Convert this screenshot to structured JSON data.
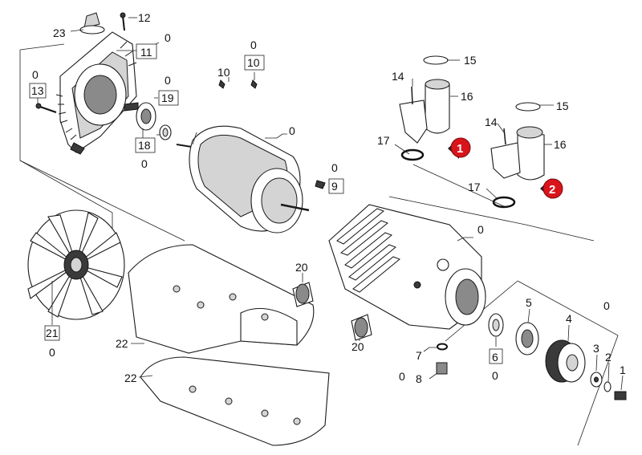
{
  "callouts": {
    "c23": "23",
    "c12": "12",
    "c0_top": "0",
    "c11": "11",
    "c0_13": "0",
    "c13": "13",
    "c0_19": "0",
    "c19": "19",
    "c18": "18",
    "c0_18": "0",
    "c0_10": "0",
    "c10": "10",
    "c10b": "10",
    "c0_motor": "0",
    "c0_9": "0",
    "c9": "9",
    "c14a": "14",
    "c15a": "15",
    "c16a": "16",
    "c17a": "17",
    "c14b": "14",
    "c15b": "15",
    "c16b": "16",
    "c17b": "17",
    "c0_pump": "0",
    "c20a": "20",
    "c20b": "20",
    "c21": "21",
    "c0_21": "0",
    "c22a": "22",
    "c22b": "22",
    "c7": "7",
    "c0_7": "0",
    "c8": "8",
    "c6": "6",
    "c0_6": "0",
    "c5": "5",
    "c4": "4",
    "c3": "3",
    "c2": "2",
    "c1": "1",
    "c0_right": "0"
  },
  "badges": {
    "b1": "1",
    "b2": "2"
  },
  "colors": {
    "badge": "#d9141b"
  }
}
